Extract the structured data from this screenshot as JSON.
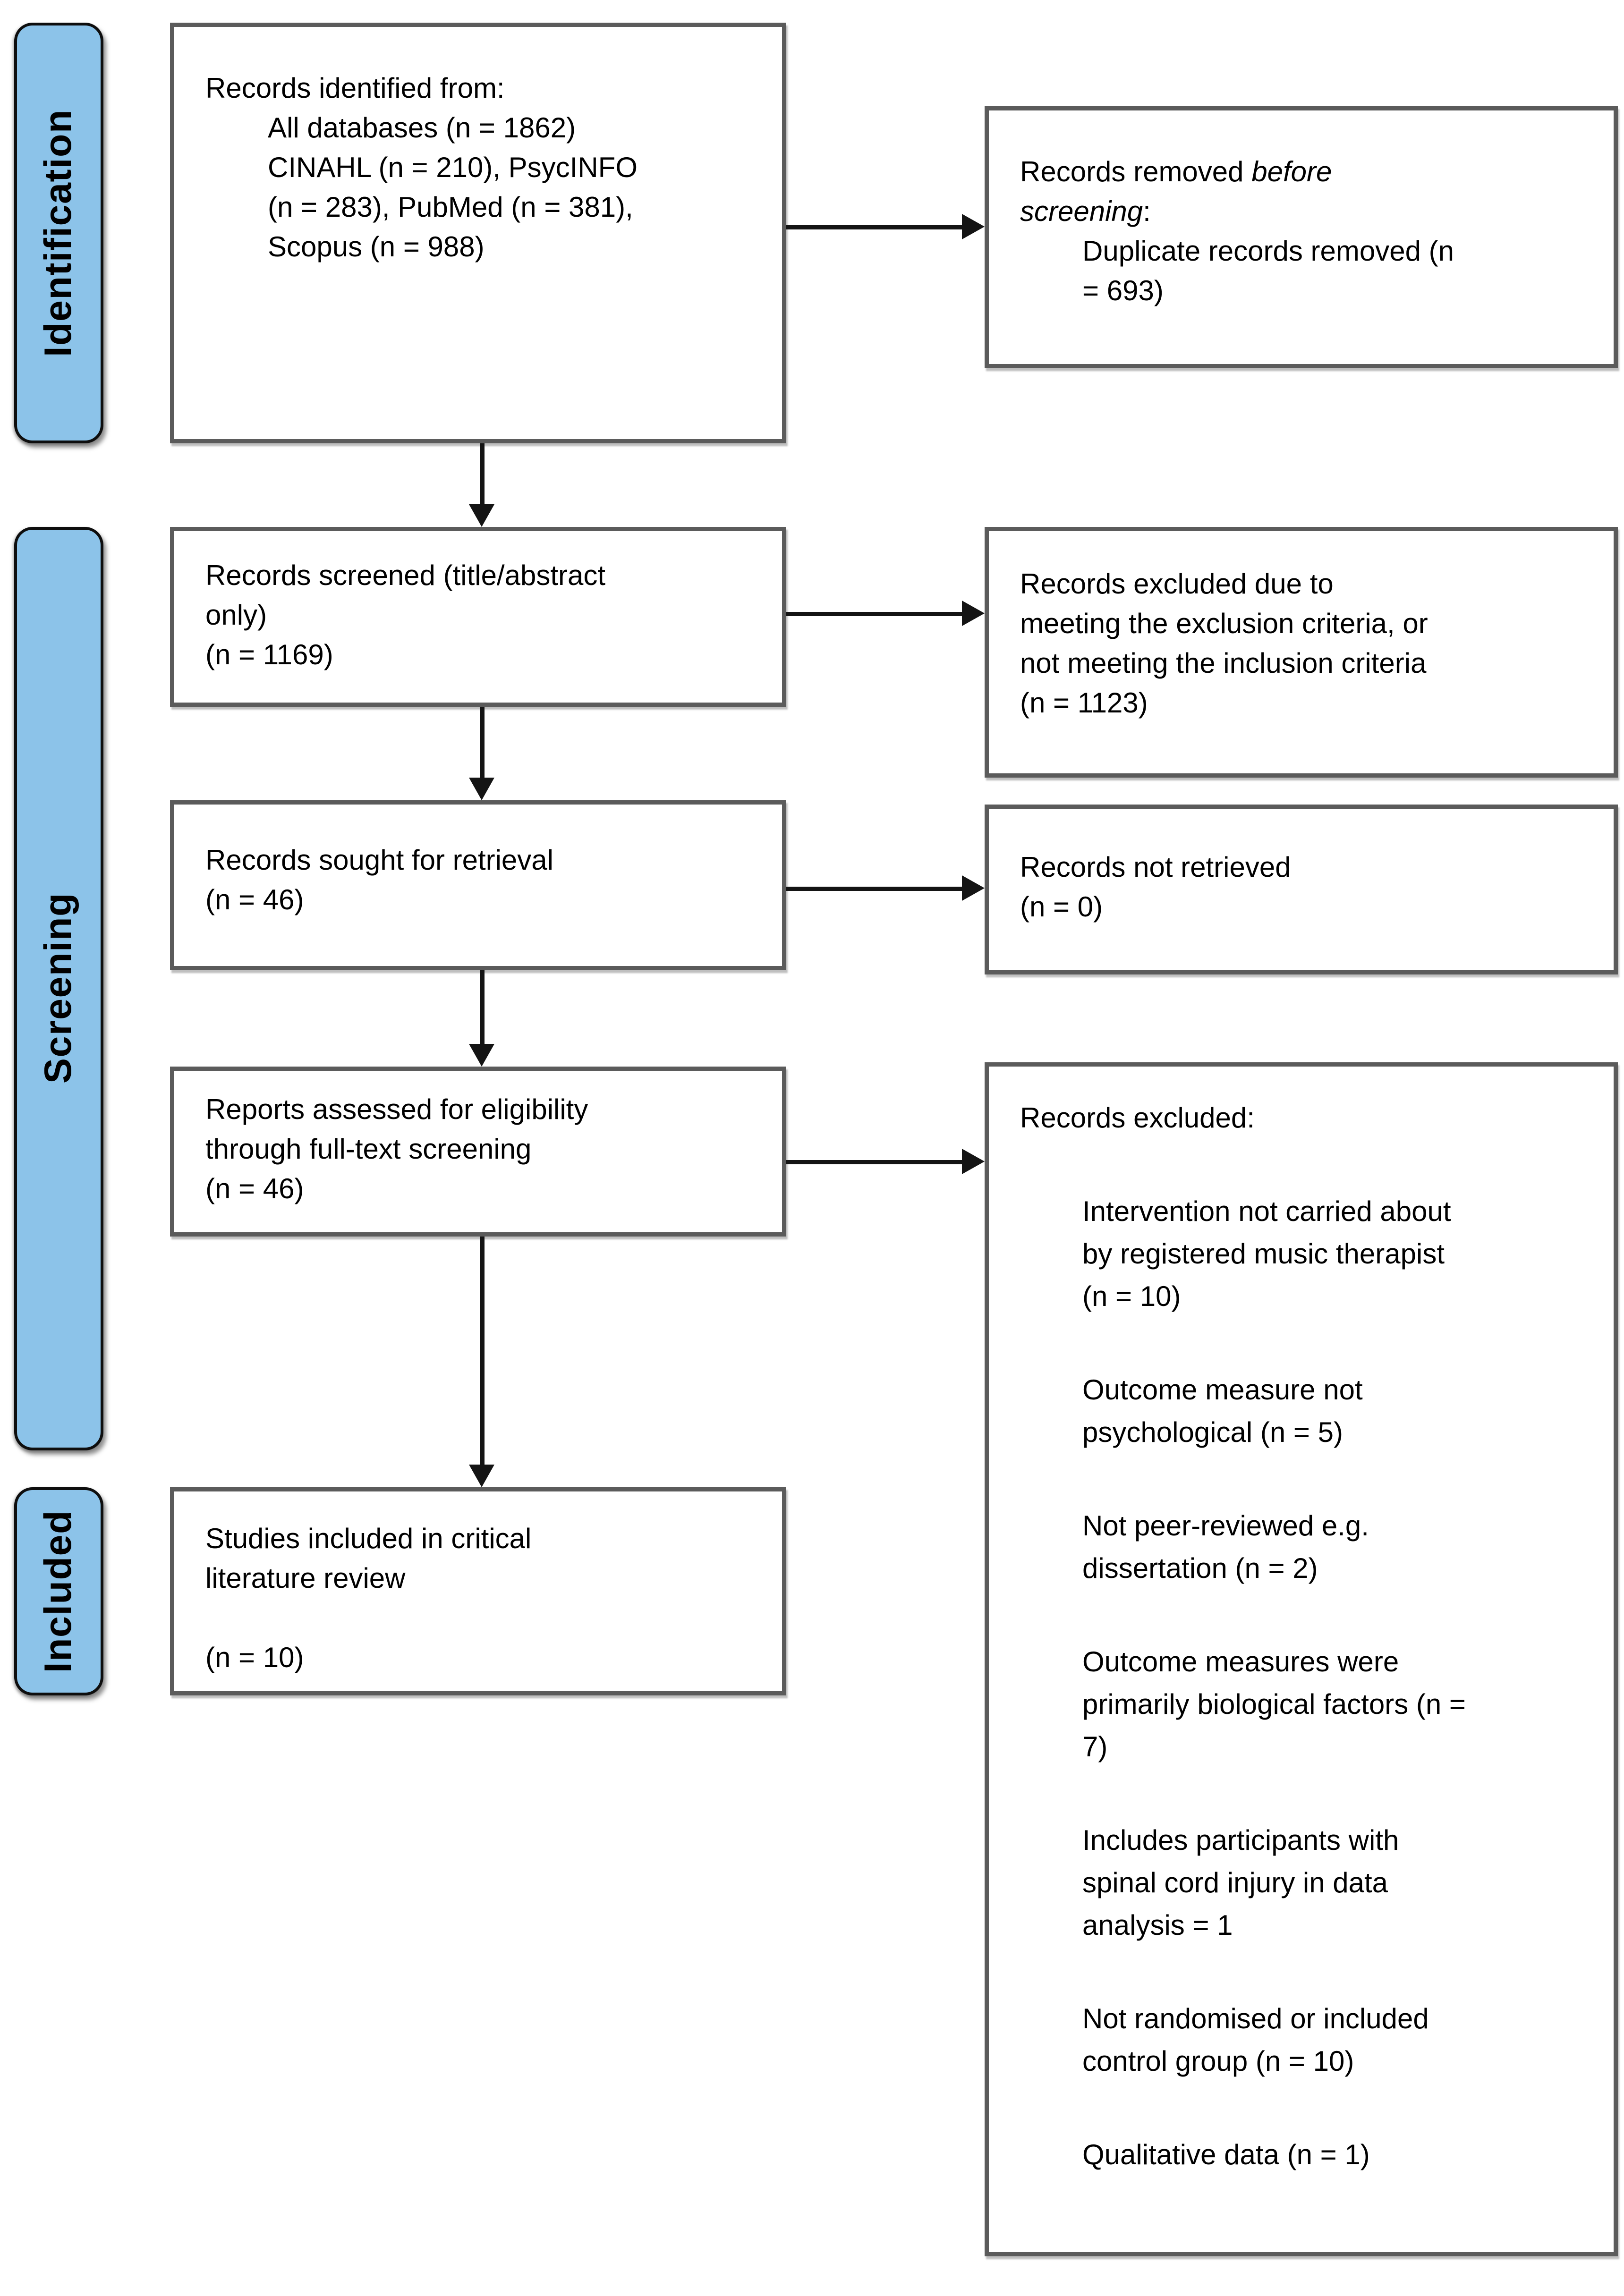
{
  "colors": {
    "stage_fill": "#8CC3E9",
    "stage_border": "#0e0e0e",
    "box_border": "#5b5b5b",
    "arrow": "#141414"
  },
  "sidebar": {
    "identification": "Identification",
    "screening": "Screening",
    "included": "Included"
  },
  "flow": {
    "identified": {
      "l1": "Records identified from:",
      "l2": "All databases (n = 1862)",
      "l3": "CINAHL (n = 210), PsycINFO",
      "l4": "(n = 283), PubMed (n = 381),",
      "l5": "Scopus (n = 988)"
    },
    "removed_before_screening": {
      "l1a": "Records removed ",
      "l1b": "before",
      "l2a": "screening",
      "l2b": ":",
      "l3": "Duplicate records removed (n",
      "l4": "= 693)"
    },
    "screened": {
      "l1": "Records screened (title/abstract",
      "l2": "only)",
      "l3": "(n = 1169)"
    },
    "excluded_criteria": {
      "l1": "Records excluded due to",
      "l2": "meeting the exclusion criteria, or",
      "l3": "not meeting the inclusion criteria",
      "l4": "(n = 1123)"
    },
    "sought": {
      "l1": "Records sought for retrieval",
      "l2": "(n = 46)"
    },
    "not_retrieved": {
      "l1": "Records not retrieved",
      "l2": "(n = 0)"
    },
    "assessed": {
      "l1": "Reports assessed for eligibility",
      "l2": "through full-text screening",
      "l3": "(n = 46)"
    },
    "full_text_excluded": {
      "title": "Records excluded:",
      "item1": "Intervention not carried about by registered music therapist (n = 10)",
      "item2": "Outcome measure not psychological (n = 5)",
      "item3": "Not peer-reviewed e.g. dissertation (n = 2)",
      "item4": "Outcome measures were primarily biological factors (n = 7)",
      "item5": "Includes participants with spinal cord injury in data analysis = 1",
      "item6": "Not randomised or included control group (n = 10)",
      "item7": "Qualitative data (n = 1)"
    },
    "included_studies": {
      "l1": "Studies included in critical",
      "l2": "literature review",
      "l3": "(n = 10)"
    }
  }
}
